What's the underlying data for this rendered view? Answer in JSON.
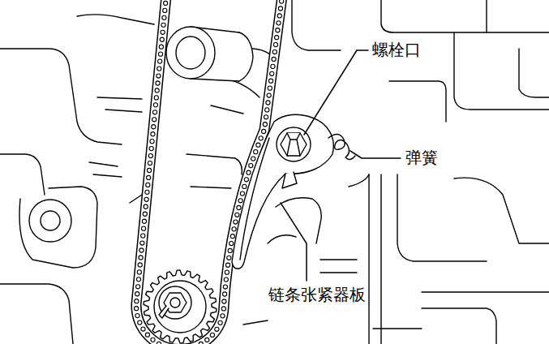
{
  "diagram": {
    "labels": [
      "螺栓口",
      "弹簧",
      "链条张紧器板"
    ]
  }
}
